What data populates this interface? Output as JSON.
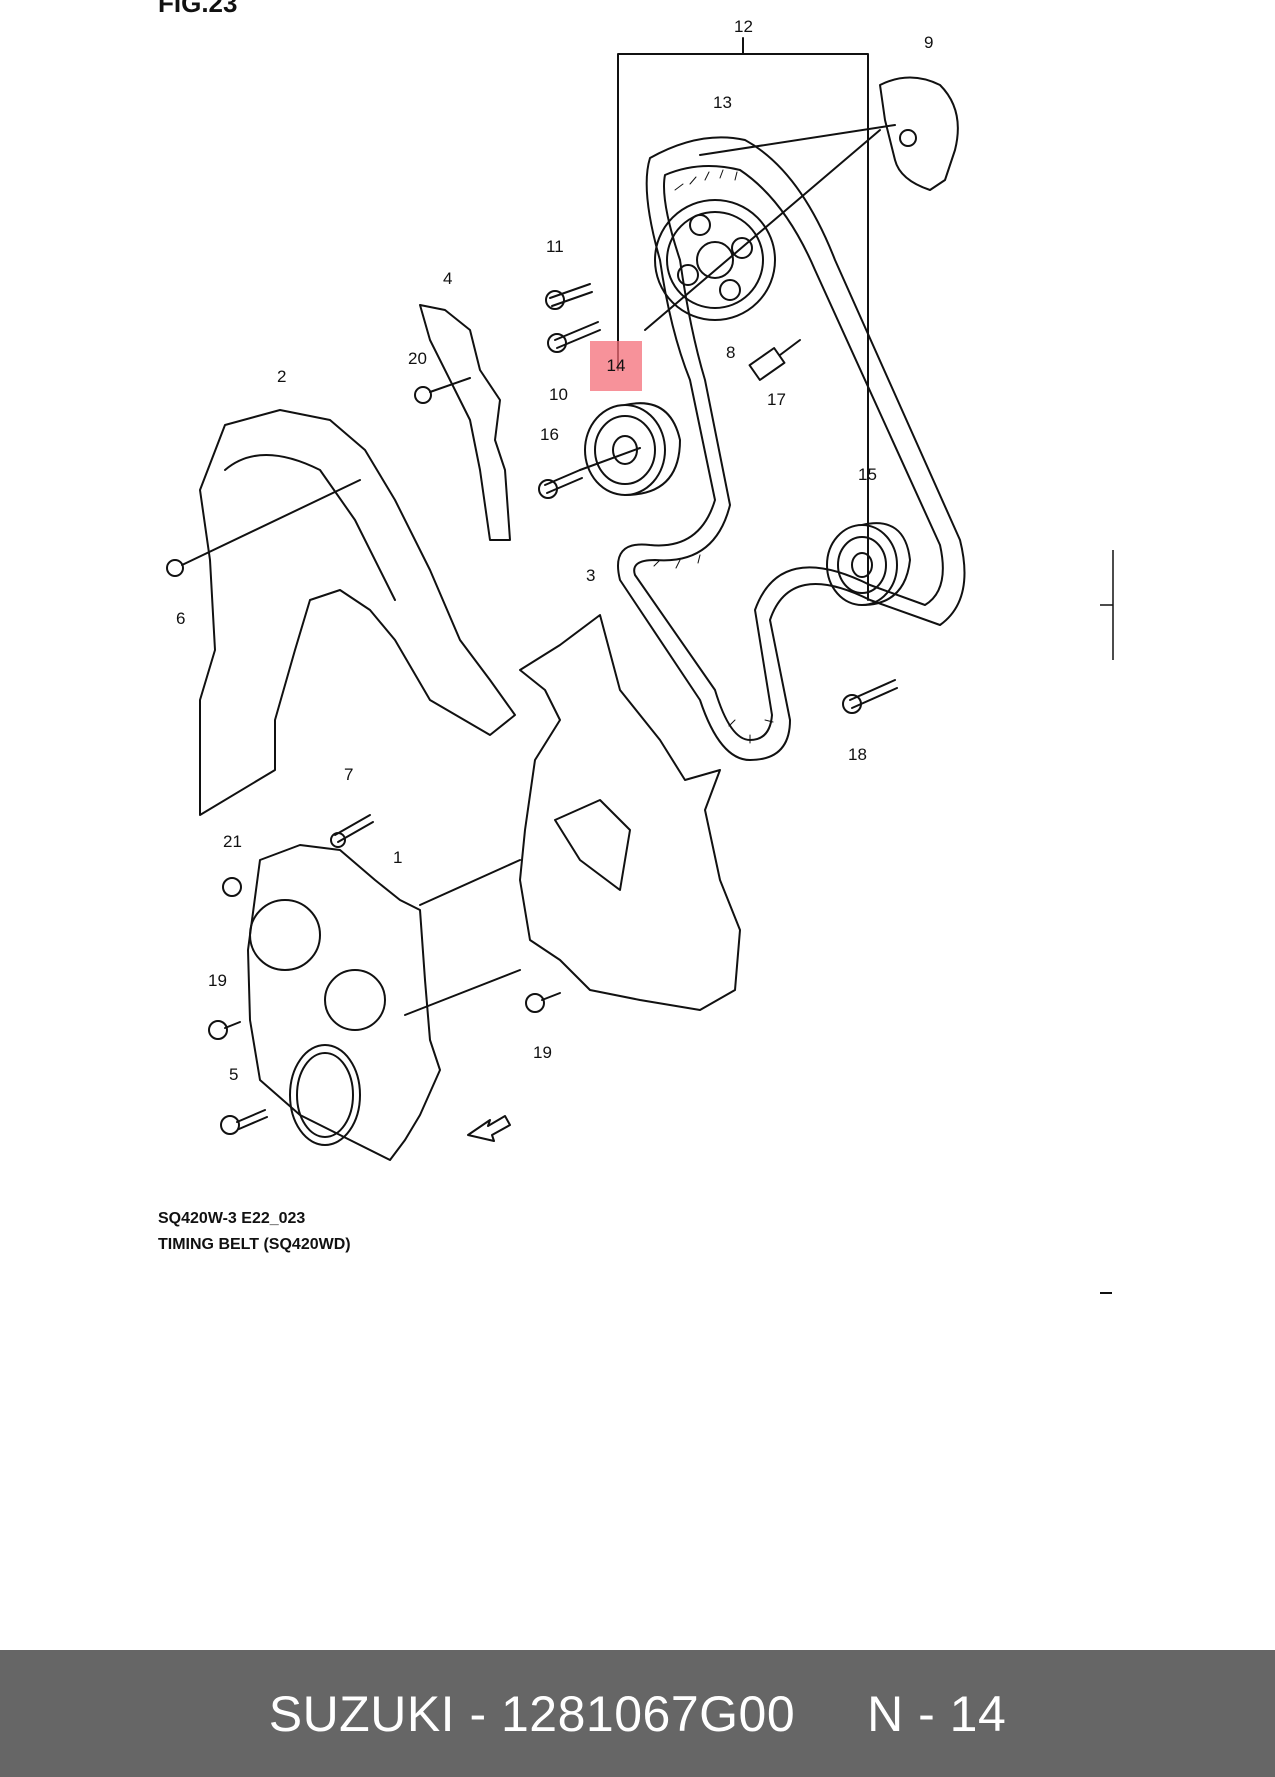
{
  "figure": {
    "label": "FIG.23",
    "code": "SQ420W-3 E22_023",
    "title": "TIMING BELT  (SQ420WD)",
    "highlighted_part": "14"
  },
  "callouts": [
    "12",
    "13",
    "9",
    "11",
    "4",
    "10",
    "8",
    "20",
    "2",
    "14",
    "17",
    "16",
    "15",
    "6",
    "3",
    "18",
    "7",
    "21",
    "1",
    "19",
    "19",
    "5"
  ],
  "footer": {
    "text": "SUZUKI - 1281067G00     N - 14"
  },
  "colors": {
    "footer_bg": "#666666",
    "highlight": "#f46e78"
  },
  "icons": [
    "fwd-arrow-icon"
  ]
}
